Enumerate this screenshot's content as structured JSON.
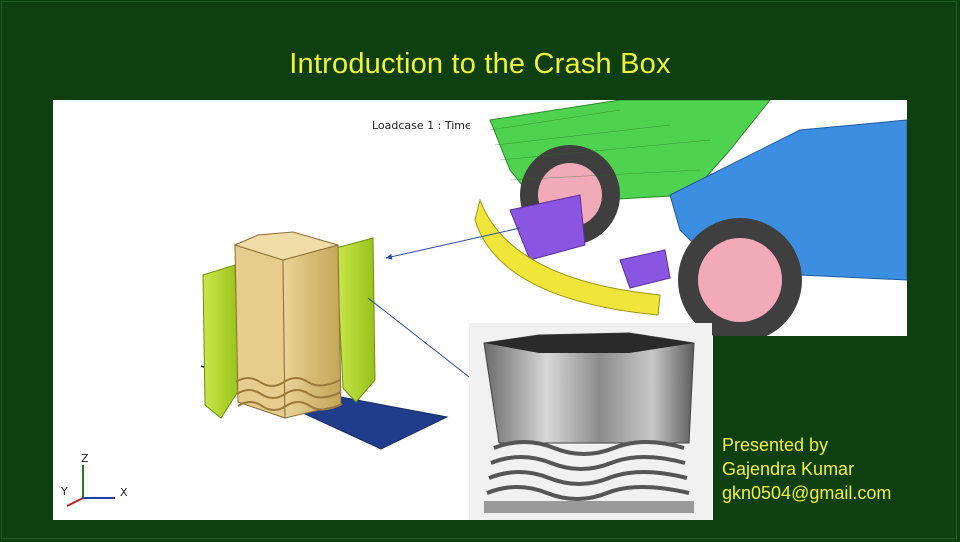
{
  "slide": {
    "title": "Introduction to the Crash Box"
  },
  "simulation": {
    "loadcase_label": "Loadcase 1 : Time =",
    "axes": {
      "z": "Z",
      "y": "Y",
      "x": "X"
    },
    "small_axis": "Y"
  },
  "presenter": {
    "line1": "Presented by",
    "line2": "Gajendra Kumar",
    "line3": "gkn0504@gmail.com"
  },
  "colors": {
    "background": "#0e3f0e",
    "title": "#f2f23a",
    "crash_box_tan": "#d9bf7a",
    "crash_box_side": "#b7db2b",
    "base_plate": "#1f3d8a",
    "chassis_green": "#4fd24f",
    "chassis_blue": "#3c8fe0",
    "bumper_yellow": "#f0e63a",
    "rail_purple": "#8a55e0"
  }
}
